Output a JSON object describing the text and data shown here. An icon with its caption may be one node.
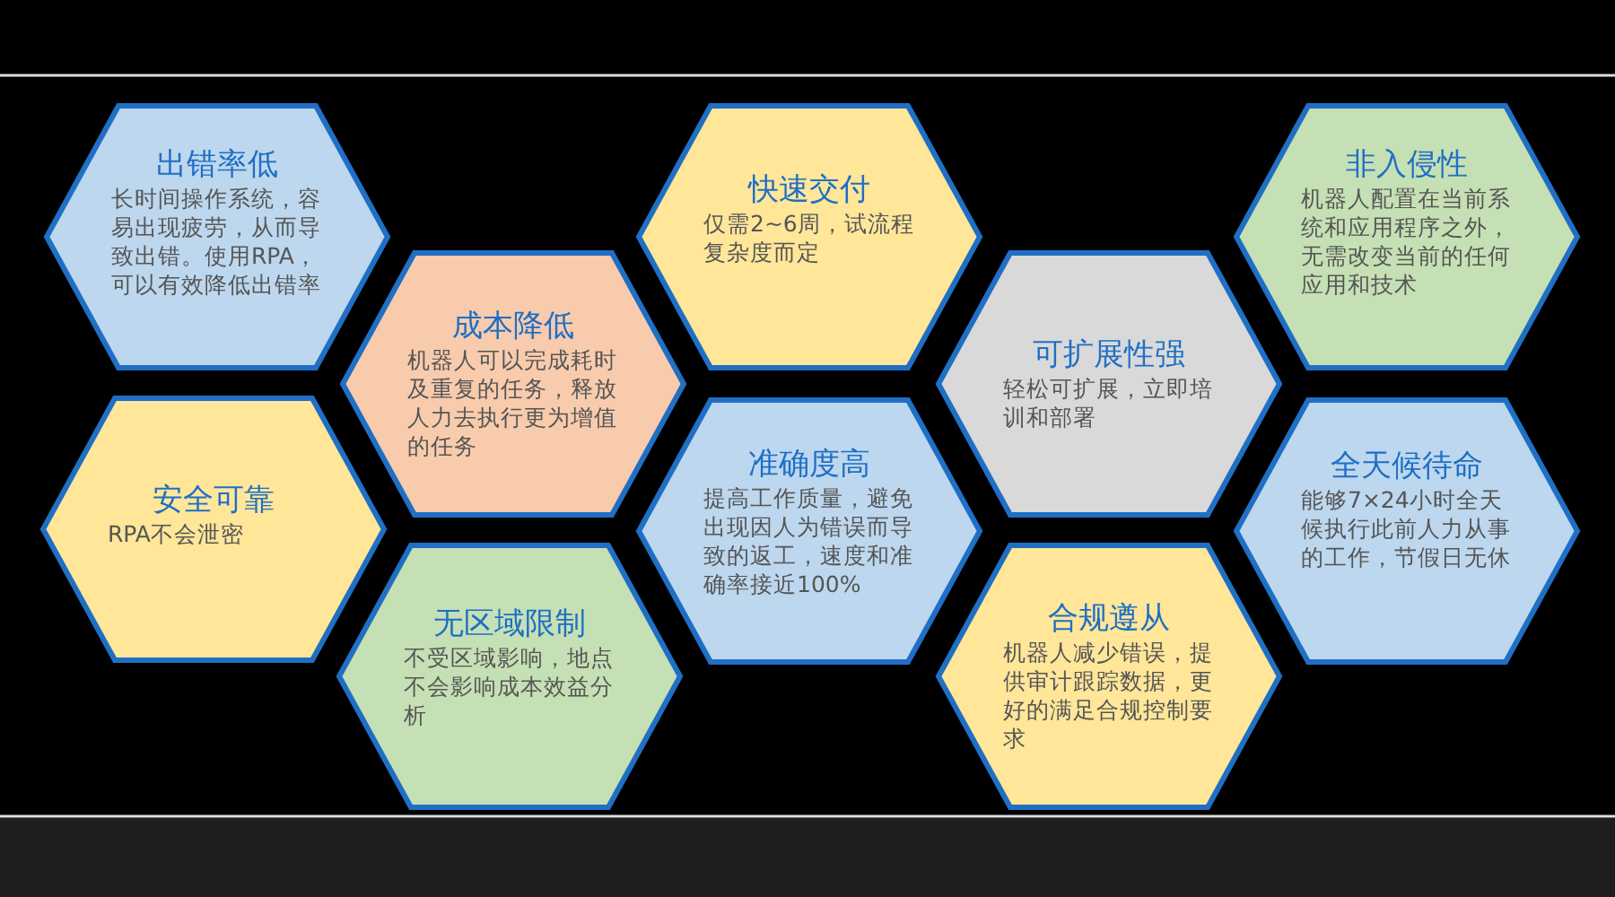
{
  "diagram": {
    "nodes": [
      {
        "text": [
          "出错率低",
          "长时间操作系统，容易出现疲劳，从而导致出错。使用RPA，可以有效降低出错率"
        ]
      },
      {
        "text": [
          "安全可靠",
          "RPA不会泄密"
        ]
      },
      {
        "text": [
          "成本降低",
          "机器人可以完成耗时及重复的任务，释放人力去执行更为增值的任务"
        ]
      },
      {
        "text": [
          "无区域限制",
          "不受区域影响，地点不会影响成本效益分析"
        ]
      },
      {
        "text": [
          "快速交付",
          "仅需2~6周，试流程复杂度而定"
        ]
      },
      {
        "text": [
          "准确度高",
          "提高工作质量，避免出现因人为错误而导致的返工，速度和准确率接近100%"
        ]
      },
      {
        "text": [
          "可扩展性强",
          "轻松可扩展，立即培训和部署"
        ]
      },
      {
        "text": [
          "合规遵从",
          "机器人减少错误，提供审计跟踪数据，更好的满足合规控制要求"
        ]
      },
      {
        "text": [
          "非入侵性",
          "机器人配置在当前系统和应用程序之外，无需改变当前的任何应用和技术"
        ]
      },
      {
        "text": [
          "全天候待命",
          "能够7×24小时全天候执行此前人力从事的工作，节假日无休"
        ]
      }
    ]
  }
}
